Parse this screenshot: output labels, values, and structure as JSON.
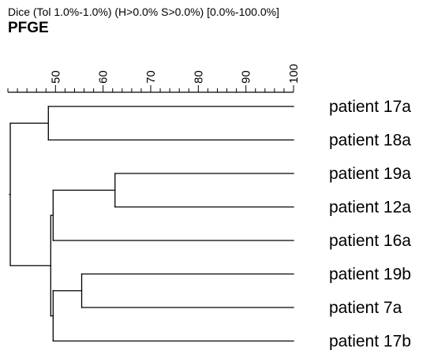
{
  "header": {
    "settings": "Dice (Tol 1.0%-1.0%) (H>0.0% S>0.0%) [0.0%-100.0%]",
    "title": "PFGE"
  },
  "scale": {
    "min": 40,
    "max": 100,
    "major_ticks": [
      50,
      60,
      70,
      80,
      90,
      100
    ],
    "minor_step": 2
  },
  "leaves": [
    "patient 17a",
    "patient 18a",
    "patient 19a",
    "patient 12a",
    "patient 16a",
    "patient 19b",
    "patient 7a",
    "patient 17b"
  ],
  "merges": [
    {
      "id": "n1",
      "children": [
        "L0",
        "L1"
      ],
      "similarity": 48.5
    },
    {
      "id": "n2",
      "children": [
        "L2",
        "L3"
      ],
      "similarity": 62.5
    },
    {
      "id": "n3",
      "children": [
        "n2",
        "L4"
      ],
      "similarity": 49.5
    },
    {
      "id": "n4",
      "children": [
        "L5",
        "L6"
      ],
      "similarity": 55.5
    },
    {
      "id": "n5",
      "children": [
        "n4",
        "L7"
      ],
      "similarity": 49.5
    },
    {
      "id": "n6",
      "children": [
        "n3",
        "n5"
      ],
      "similarity": 49.0
    },
    {
      "id": "n7",
      "children": [
        "n1",
        "n6"
      ],
      "similarity": 40.5
    }
  ]
}
